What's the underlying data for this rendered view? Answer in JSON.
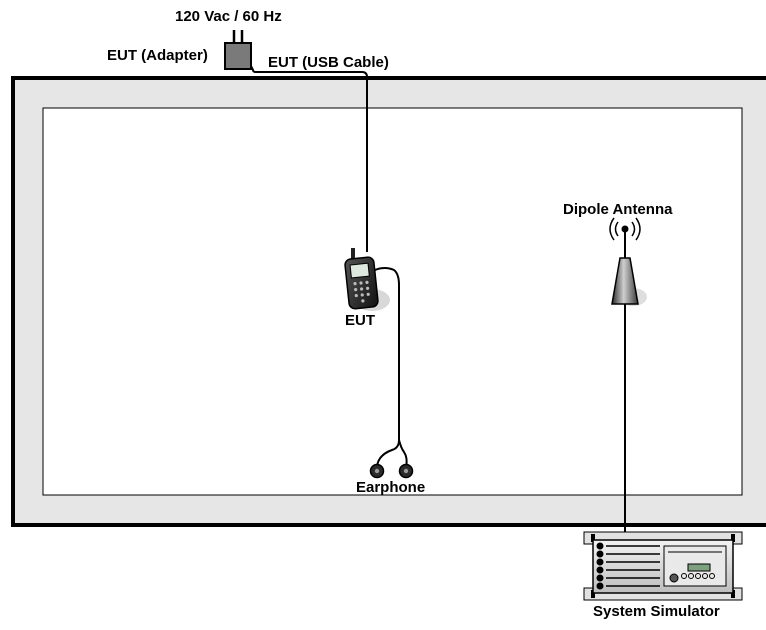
{
  "labels": {
    "power_source": "120 Vac / 60 Hz",
    "adapter": "EUT (Adapter)",
    "usb_cable": "EUT (USB Cable)",
    "eut": "EUT",
    "earphone": "Earphone",
    "dipole_antenna": "Dipole Antenna",
    "system_simulator": "System Simulator"
  },
  "colors": {
    "chamber_fill": "#e6e6e6",
    "inner_area": "#ffffff",
    "line": "#000000",
    "adapter_fill": "#7a7a7a"
  }
}
